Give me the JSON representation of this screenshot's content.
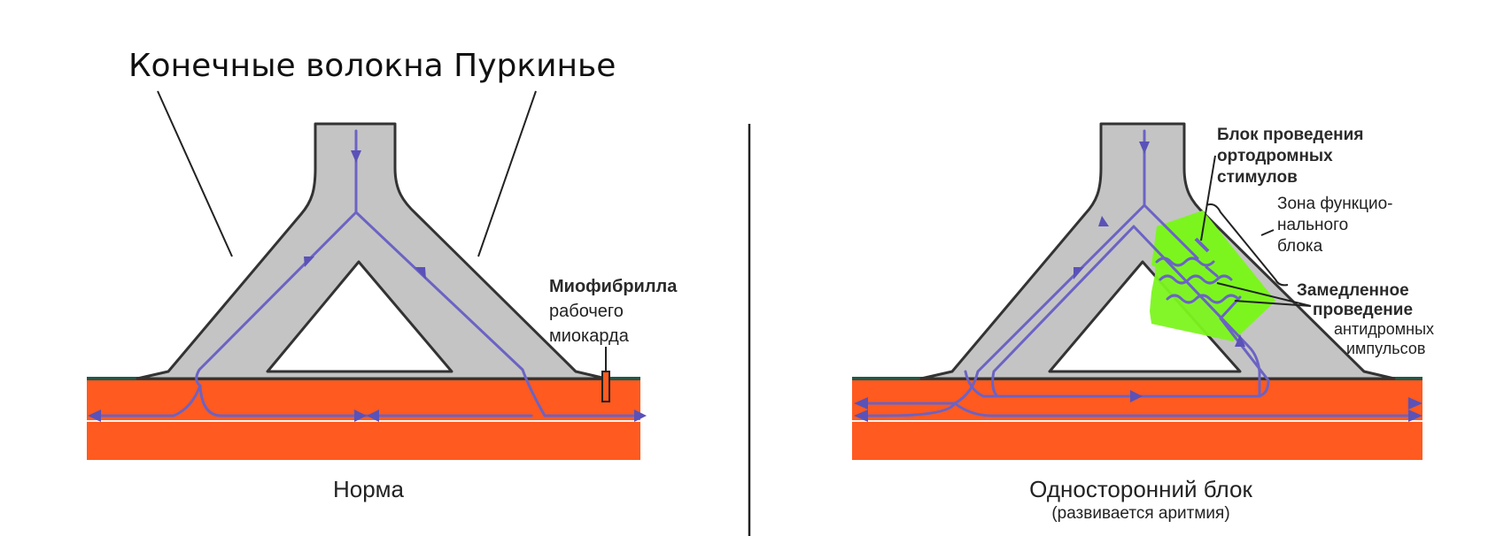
{
  "title": "Конечные волокна Пуркинье",
  "left_panel": {
    "caption": "Норма",
    "myofibril_label": [
      "Миофибрилла",
      "рабочего",
      "миокарда"
    ]
  },
  "right_panel": {
    "caption": "Односторонний блок",
    "subcaption": "(развивается аритмия)",
    "block_label": [
      "Блок проведения",
      "ортодромных",
      "стимулов"
    ],
    "zone_label": [
      "Зона функцио-",
      "нального",
      "блока"
    ],
    "slow_label": [
      "Замедленное",
      "проведение",
      "антидромных",
      "импульсов"
    ]
  },
  "colors": {
    "fiber": "#c4c4c4",
    "myocardium": "#ff5a1f",
    "impulse_path": "#6b63c4",
    "block_zone": "#7cf51f",
    "surface_line": "#1f5a4a"
  }
}
